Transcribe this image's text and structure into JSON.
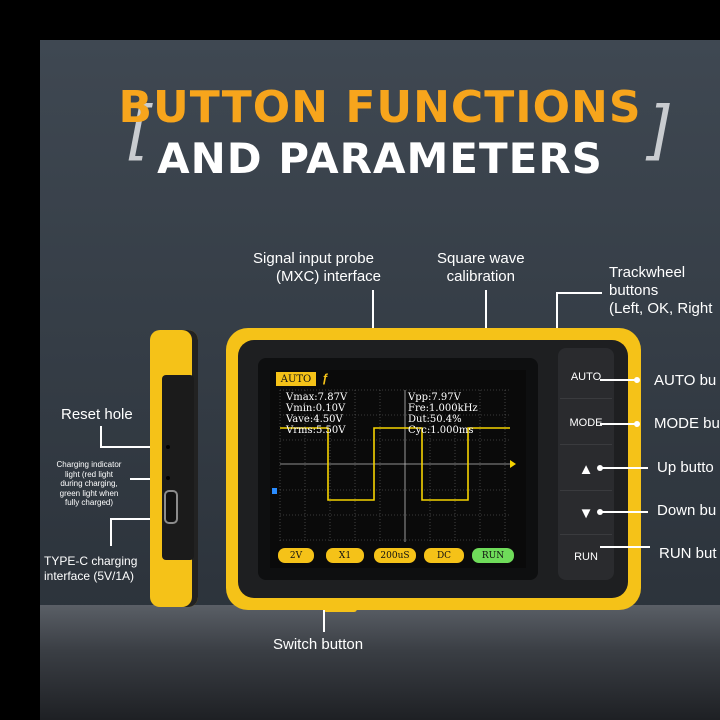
{
  "title": {
    "line1": "BUTTON FUNCTIONS",
    "line2": "AND PARAMETERS"
  },
  "callouts": {
    "probe": [
      "Signal input probe",
      "(MXC) interface"
    ],
    "calibration": [
      "Square wave",
      "calibration"
    ],
    "trackwheel": [
      "Trackwheel",
      "buttons",
      "(Left, OK, Right"
    ],
    "reset": "Reset hole",
    "charging_light": [
      "Charging indicator",
      "light (red light",
      "during charging,",
      "green light when",
      "fully charged)"
    ],
    "typec": [
      "TYPE-C charging",
      "interface (5V/1A)"
    ],
    "switch": "Switch button",
    "auto": "AUTO bu",
    "mode": "MODE bu",
    "up": "Up butto",
    "down": "Down bu",
    "run": "RUN but"
  },
  "device_buttons": {
    "auto": "AUTO",
    "mode": "MODE",
    "up": "▲",
    "down": "▼",
    "run": "RUN"
  },
  "screen": {
    "mode_tag": "AUTO",
    "readouts_left": [
      "Vmax:7.87V",
      "Vmin:0.10V",
      "Vave:4.50V",
      "Vrms:5.50V"
    ],
    "readouts_right": [
      "Vpp:7.97V",
      "Fre:1.000kHz",
      "Dut:50.4%",
      "Cyc:1.000ms"
    ],
    "chips": [
      "2V",
      "X1",
      "200uS",
      "DC",
      "RUN"
    ]
  },
  "colors": {
    "accent": "#f7a51c",
    "device_yellow": "#f5c218",
    "trace": "#f5d300",
    "run_chip": "#6fdc5a"
  }
}
